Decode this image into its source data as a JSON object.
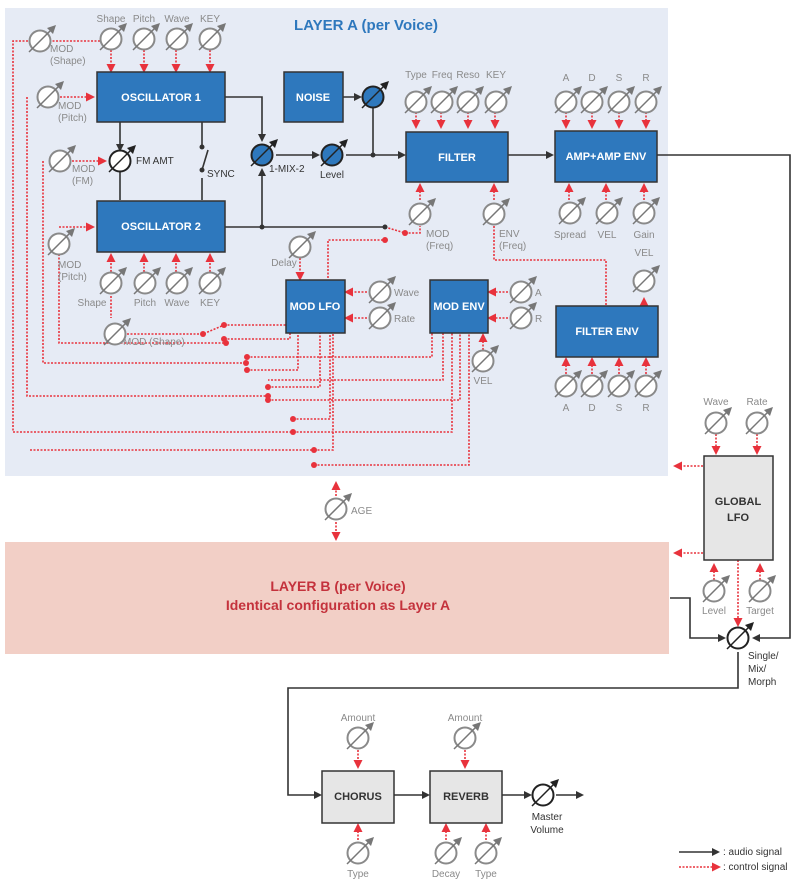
{
  "layer_a": {
    "title": "LAYER A (per Voice)",
    "oscillator1": {
      "label": "OSCILLATOR 1",
      "params": [
        "Shape",
        "Pitch",
        "Wave",
        "KEY"
      ],
      "mod_shape": [
        "MOD",
        "(Shape)"
      ],
      "mod_pitch": [
        "MOD",
        "(Pitch)"
      ]
    },
    "fm": {
      "mod": [
        "MOD",
        "(FM)"
      ],
      "amount": "FM AMT"
    },
    "sync": "SYNC",
    "oscillator2": {
      "label": "OSCILLATOR 2",
      "params": [
        "Shape",
        "Pitch",
        "Wave",
        "KEY"
      ],
      "mod_pitch": [
        "MOD",
        "(Pitch)"
      ],
      "mod_shape": "MOD (Shape)"
    },
    "noise": {
      "label": "NOISE"
    },
    "mix": {
      "label": "1-MIX-2",
      "level": "Level"
    },
    "filter": {
      "label": "FILTER",
      "params": [
        "Type",
        "Freq",
        "Reso",
        "KEY"
      ],
      "mod_freq": [
        "MOD",
        "(Freq)"
      ],
      "env_freq": [
        "ENV",
        "(Freq)"
      ]
    },
    "amp": {
      "label": "AMP+AMP ENV",
      "params": [
        "A",
        "D",
        "S",
        "R"
      ],
      "bottom_params": [
        "Spread",
        "VEL",
        "Gain"
      ]
    },
    "mod_lfo": {
      "label": "MOD LFO",
      "delay": "Delay",
      "params": [
        "Wave",
        "Rate"
      ]
    },
    "mod_env": {
      "label": "MOD ENV",
      "params": [
        "A",
        "R"
      ],
      "vel": "VEL"
    },
    "filter_env": {
      "label": "FILTER ENV",
      "vel": "VEL",
      "params": [
        "A",
        "D",
        "S",
        "R"
      ]
    }
  },
  "age": "AGE",
  "layer_b": {
    "title": "LAYER B (per Voice)",
    "subtitle": "Identical configuration as Layer A"
  },
  "global_lfo": {
    "label_line1": "GLOBAL",
    "label_line2": "LFO",
    "top_params": [
      "Wave",
      "Rate"
    ],
    "bottom_params": [
      "Level",
      "Target"
    ]
  },
  "morph": {
    "lines": [
      "Single/",
      "Mix/",
      "Morph"
    ]
  },
  "chorus": {
    "label": "CHORUS",
    "amount": "Amount",
    "type": "Type"
  },
  "reverb": {
    "label": "REVERB",
    "amount": "Amount",
    "decay": "Decay",
    "type": "Type"
  },
  "master": {
    "lines": [
      "Master",
      "Volume"
    ]
  },
  "legend": {
    "audio": ": audio signal",
    "control": ": control signal"
  },
  "colors": {
    "layer_a_bg": "#e6ebf5",
    "layer_b_bg": "#f2cfc6",
    "block_blue": "#2e78bd",
    "block_gray": "#e6e6e6",
    "control_red": "#e8323c",
    "audio_dark": "#333333",
    "title_blue": "#2e78bd",
    "title_red": "#c4323c"
  }
}
